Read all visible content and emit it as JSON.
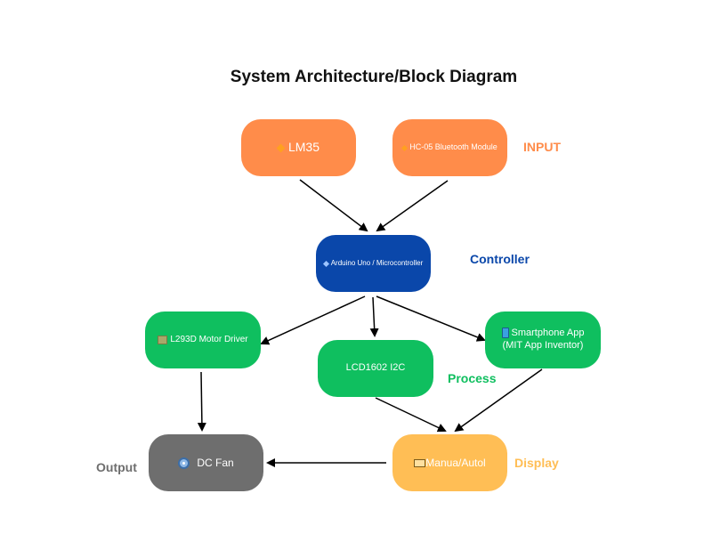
{
  "title": "System Architecture/Block Diagram",
  "nodes": {
    "lm35": {
      "label": "LM35",
      "icon": "diamond-icon"
    },
    "hc05": {
      "label": "HC-05 Bluetooth Module",
      "icon": "diamond-icon"
    },
    "arduino": {
      "label": "Arduino Uno / Microcontroller",
      "icon": "diamond-icon"
    },
    "l293d": {
      "label": "L293D Motor Driver",
      "icon": "chip-icon"
    },
    "lcd": {
      "label": "LCD1602 I2C"
    },
    "phone": {
      "line1": "Smartphone App",
      "line2": "(MIT App Inventor)",
      "icon": "smartphone-icon"
    },
    "fan": {
      "label": "DC Fan",
      "icon": "fan-icon"
    },
    "manual": {
      "label": "Manua/Autol",
      "icon": "monitor-icon"
    }
  },
  "labels": {
    "input": "INPUT",
    "controller": "Controller",
    "process": "Process",
    "display": "Display",
    "output": "Output"
  },
  "colors": {
    "input": "#ff8c4a",
    "controller": "#0a47aa",
    "process": "#0fbf5f",
    "display": "#ffbe55",
    "output": "#6e6e6e"
  }
}
